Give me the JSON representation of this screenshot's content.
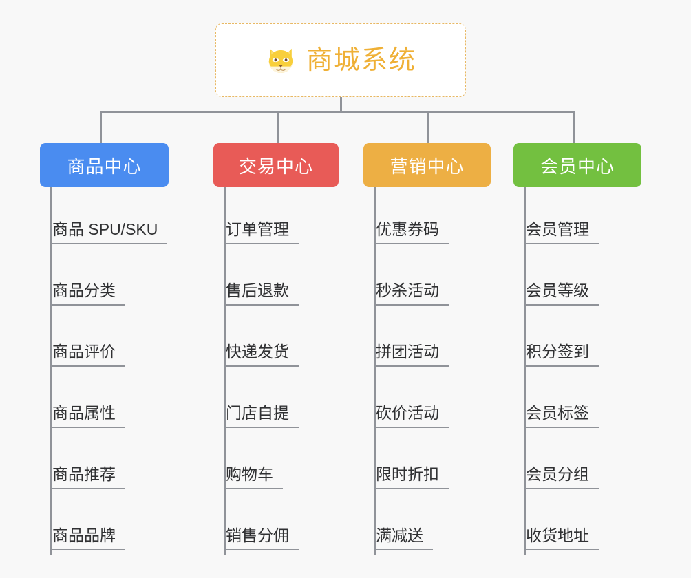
{
  "diagram": {
    "title": "商城系统",
    "background_color": "#f8f8f8",
    "root": {
      "label": "商城系统",
      "icon": "shiba-inu-dog-face",
      "text_color": "#efb036",
      "border_color": "#e8b863",
      "background_color": "#ffffff"
    },
    "connector_color": "#909399",
    "branches": [
      {
        "label": "商品中心",
        "color": "#4a8cf0",
        "leaves": [
          "商品 SPU/SKU",
          "商品分类",
          "商品评价",
          "商品属性",
          "商品推荐",
          "商品品牌"
        ]
      },
      {
        "label": "交易中心",
        "color": "#e85b57",
        "leaves": [
          "订单管理",
          "售后退款",
          "快递发货",
          "门店自提",
          "购物车",
          "销售分佣"
        ]
      },
      {
        "label": "营销中心",
        "color": "#edaf44",
        "leaves": [
          "优惠券码",
          "秒杀活动",
          "拼团活动",
          "砍价活动",
          "限时折扣",
          "满减送"
        ]
      },
      {
        "label": "会员中心",
        "color": "#73c040",
        "leaves": [
          "会员管理",
          "会员等级",
          "积分签到",
          "会员标签",
          "会员分组",
          "收货地址"
        ]
      }
    ]
  }
}
